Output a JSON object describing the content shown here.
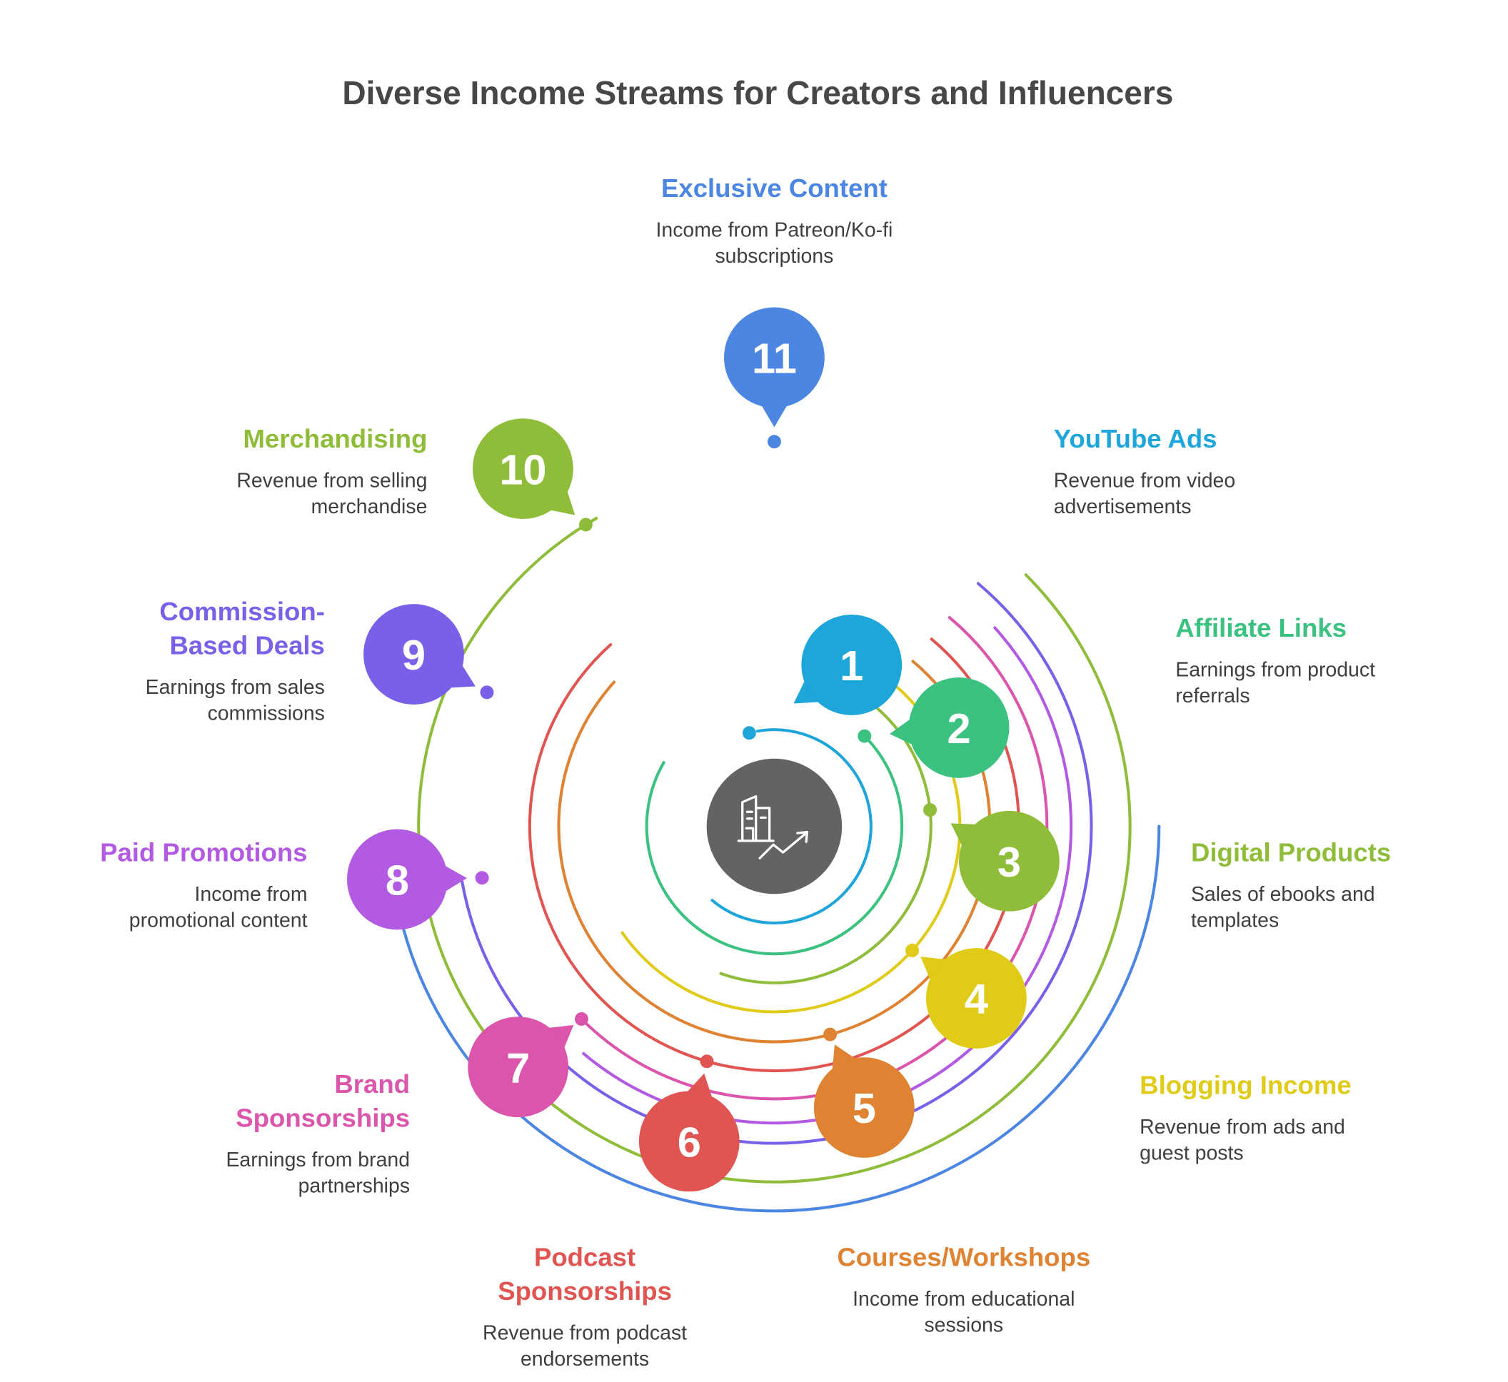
{
  "title": "Diverse Income Streams for Creators and Influencers",
  "center_icon": "building-growth-chart-icon",
  "streams": [
    {
      "number": "1",
      "title": "YouTube Ads",
      "description": "Revenue from video advertisements",
      "color": "#1EA5DA"
    },
    {
      "number": "2",
      "title": "Affiliate Links",
      "description": "Earnings from product referrals",
      "color": "#3BC281"
    },
    {
      "number": "3",
      "title": "Digital Products",
      "description": "Sales of ebooks and templates",
      "color": "#8FBD3A"
    },
    {
      "number": "4",
      "title": "Blogging Income",
      "description": "Revenue from ads and guest posts",
      "color": "#DFCB18"
    },
    {
      "number": "5",
      "title": "Courses/Workshops",
      "description": "Income from educational sessions",
      "color": "#DF8232"
    },
    {
      "number": "6",
      "title": "Podcast Sponsorships",
      "description": "Revenue from podcast endorsements",
      "color": "#E05552"
    },
    {
      "number": "7",
      "title": "Brand Sponsorships",
      "description": "Earnings from brand partnerships",
      "color": "#DA55AB"
    },
    {
      "number": "8",
      "title": "Paid Promotions",
      "description": "Income from promotional content",
      "color": "#B25AE2"
    },
    {
      "number": "9",
      "title": "Commission-Based Deals",
      "description": "Earnings from sales commissions",
      "color": "#7A60E8"
    },
    {
      "number": "10",
      "title": "Merchandising",
      "description": "Revenue from selling merchandise",
      "color": "#8FBD3A"
    },
    {
      "number": "11",
      "title": "Exclusive Content",
      "description": "Income from Patreon/Ko-fi subscriptions",
      "color": "#4C86E3"
    }
  ]
}
